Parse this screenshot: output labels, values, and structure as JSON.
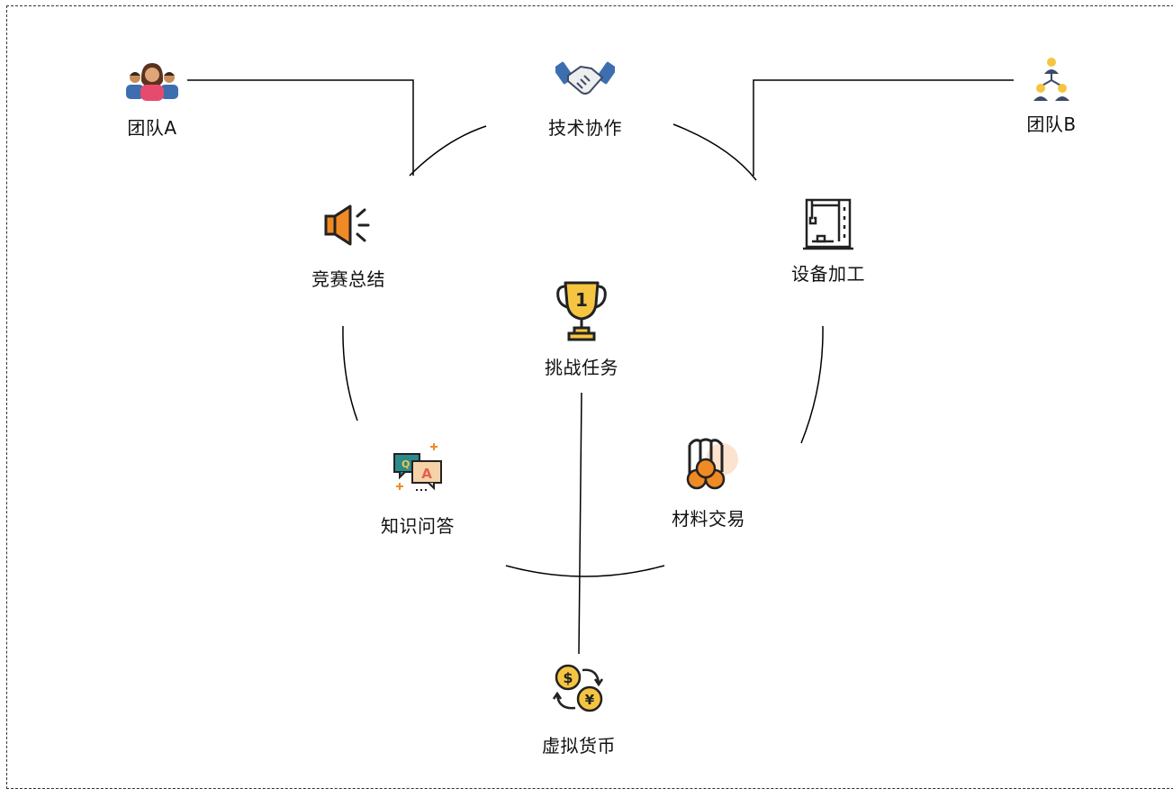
{
  "nodes": {
    "team_a": {
      "label": "团队A",
      "icon": "team-people-icon"
    },
    "tech_collab": {
      "label": "技术协作",
      "icon": "handshake-icon"
    },
    "team_b": {
      "label": "团队B",
      "icon": "org-hierarchy-icon"
    },
    "contest_summary": {
      "label": "竞赛总结",
      "icon": "megaphone-icon"
    },
    "equipment": {
      "label": "设备加工",
      "icon": "machine-icon"
    },
    "challenge": {
      "label": "挑战任务",
      "icon": "trophy-icon"
    },
    "quiz": {
      "label": "知识问答",
      "icon": "qa-chat-icon"
    },
    "materials": {
      "label": "材料交易",
      "icon": "material-rolls-icon"
    },
    "currency": {
      "label": "虚拟货币",
      "icon": "currency-exchange-icon"
    }
  },
  "colors": {
    "line": "#000000",
    "frame": "#333333",
    "orange": "#f08a24",
    "gold": "#f5c542",
    "navy": "#3d4a66",
    "teal": "#2a8a8c",
    "red": "#e2624f"
  }
}
